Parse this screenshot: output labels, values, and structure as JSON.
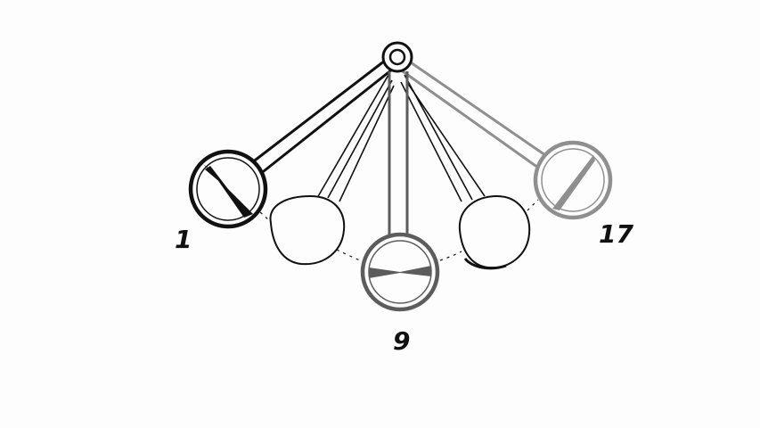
{
  "diagram": {
    "frame_labels": {
      "first": "1",
      "middle": "9",
      "last": "17"
    },
    "key_frames": [
      {
        "label": "1",
        "tone": "black",
        "color": "#111111"
      },
      {
        "label": "9",
        "tone": "dark-gray",
        "color": "#5c5c5c"
      },
      {
        "label": "17",
        "tone": "light-gray",
        "color": "#8f8f8f"
      }
    ],
    "inbetween_frames": 2,
    "colors": {
      "background": "#fdfdfd",
      "ink": "#111111",
      "mid_gray": "#5c5c5c",
      "light_gray": "#8f8f8f"
    }
  }
}
